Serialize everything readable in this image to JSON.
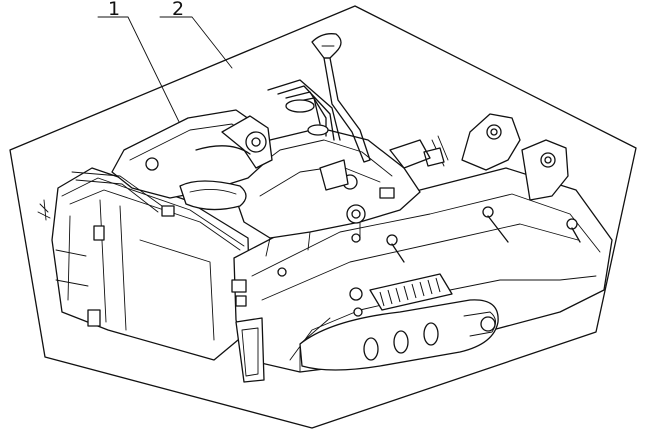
{
  "diagram": {
    "callouts": [
      {
        "id": "callout-1",
        "label": "1"
      },
      {
        "id": "callout-2",
        "label": "2"
      }
    ],
    "colors": {
      "line": "#111111",
      "background": "#ffffff"
    }
  }
}
